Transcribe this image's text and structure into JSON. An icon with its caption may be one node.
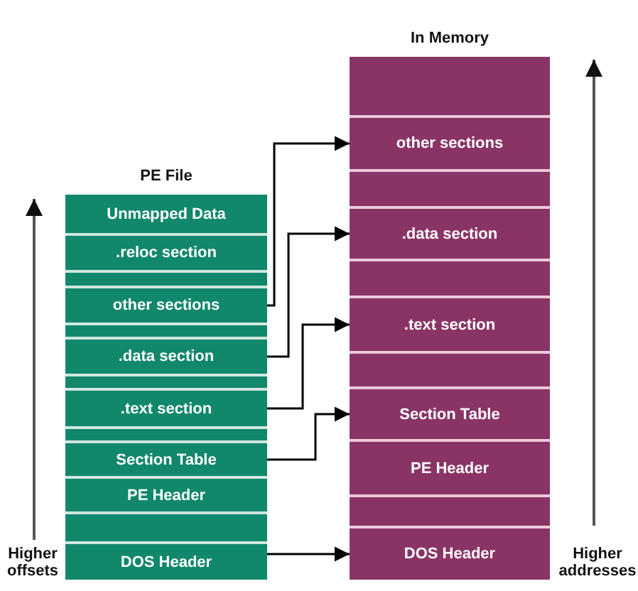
{
  "diagram": {
    "nodes": [
      {
        "text": [
          "PE File"
        ]
      },
      {
        "text": [
          "Unmapped Data"
        ],
        "in": 0
      },
      {
        "text": [
          ".reloc section"
        ],
        "in": 0
      },
      {
        "text": [],
        "shape": "box",
        "in": 0
      },
      {
        "text": [
          "other sections"
        ],
        "in": 0
      },
      {
        "text": [],
        "shape": "box",
        "in": 0
      },
      {
        "text": [
          ".data section"
        ],
        "in": 0
      },
      {
        "text": [],
        "shape": "box",
        "in": 0
      },
      {
        "text": [
          ".text section"
        ],
        "in": 0
      },
      {
        "text": [],
        "shape": "box",
        "in": 0
      },
      {
        "text": [
          "Section Table"
        ],
        "in": 0
      },
      {
        "text": [
          "PE Header"
        ],
        "in": 0
      },
      {
        "text": [],
        "shape": "box",
        "in": 0
      },
      {
        "text": [
          "DOS Header"
        ],
        "in": 0
      },
      {
        "text": [
          "In Memory"
        ]
      },
      {
        "text": [],
        "shape": "box",
        "in": 14
      },
      {
        "text": [
          "other sections"
        ],
        "in": 14
      },
      {
        "text": [],
        "shape": "box",
        "in": 14
      },
      {
        "text": [
          ".data section"
        ],
        "in": 14
      },
      {
        "text": [],
        "shape": "box",
        "in": 14
      },
      {
        "text": [
          ".text section"
        ],
        "in": 14
      },
      {
        "text": [],
        "shape": "box",
        "in": 14
      },
      {
        "text": [
          "Section Table"
        ],
        "in": 14
      },
      {
        "text": [
          "PE Header"
        ],
        "in": 14
      },
      {
        "text": [],
        "shape": "box",
        "in": 14
      },
      {
        "text": [
          "DOS Header"
        ],
        "in": 14
      }
    ],
    "edges": [
      {
        "from": 4,
        "to": 16,
        "arrow": "to"
      },
      {
        "from": 6,
        "to": 18,
        "arrow": "to"
      },
      {
        "from": 8,
        "to": 20,
        "arrow": "to"
      },
      {
        "from": 10,
        "to": 22,
        "arrow": "to"
      },
      {
        "from": 13,
        "to": 25,
        "arrow": "to"
      }
    ],
    "labels": [
      "Higher offsets",
      "Higher addresses"
    ]
  }
}
